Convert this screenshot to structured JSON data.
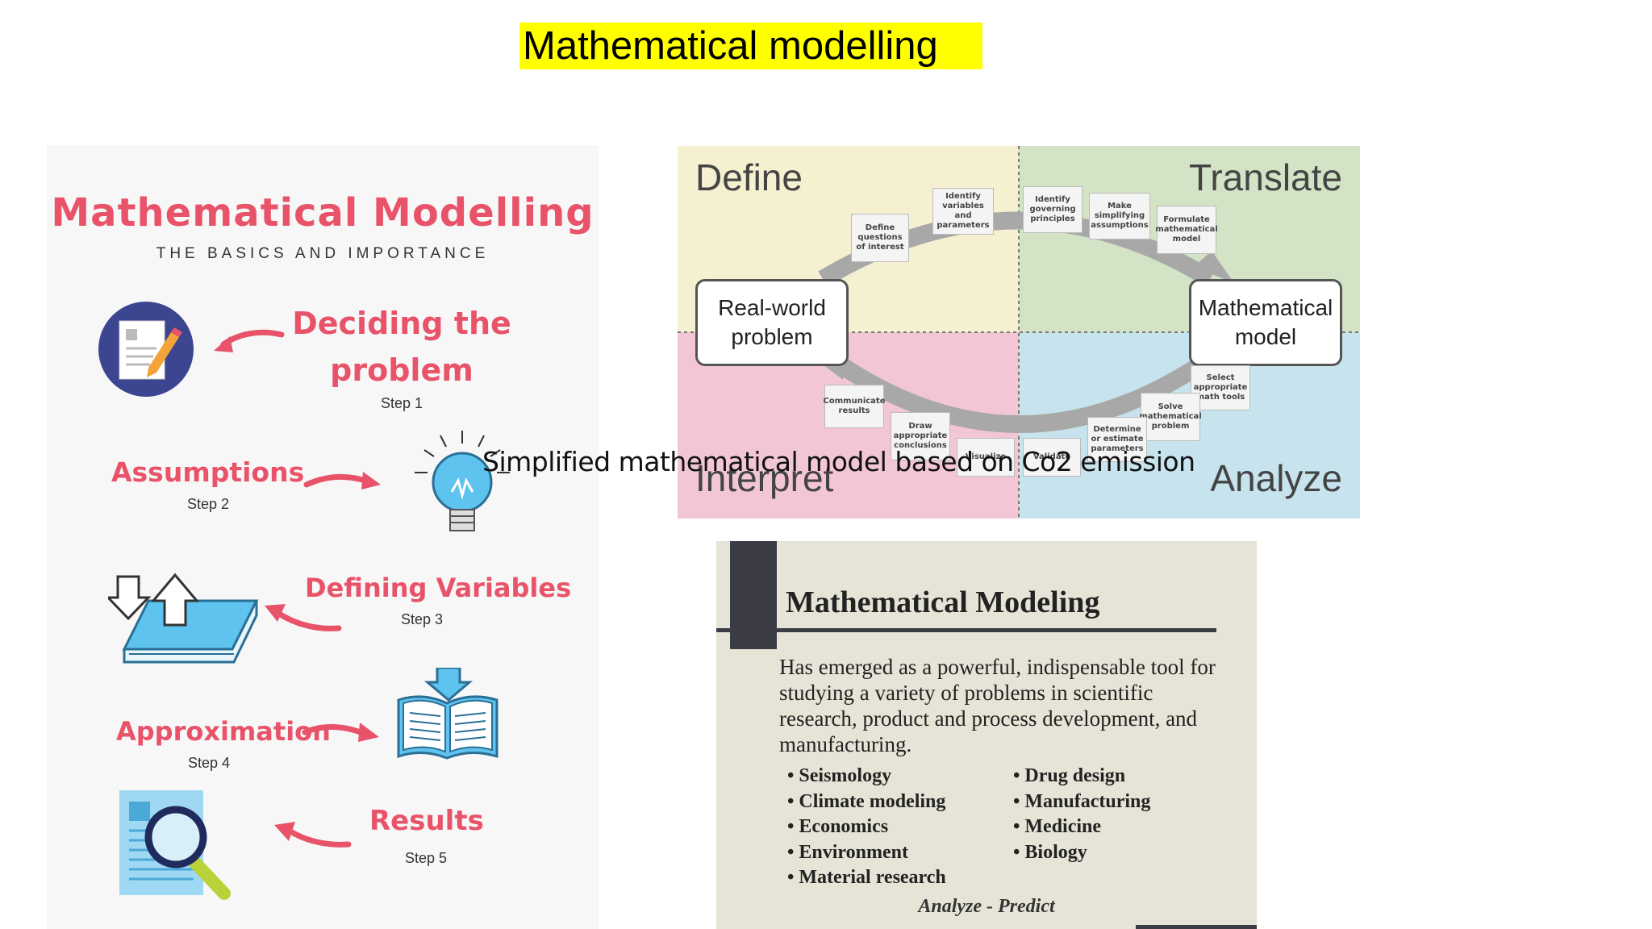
{
  "slide": {
    "title": "Mathematical modelling"
  },
  "infographic": {
    "heading": "Mathematical Modelling",
    "subheading": "THE BASICS AND IMPORTANCE",
    "steps": [
      {
        "label_line1": "Deciding the",
        "label_line2": "problem",
        "caption": "Step 1"
      },
      {
        "label": "Assumptions",
        "caption": "Step 2"
      },
      {
        "label": "Defining Variables",
        "caption": "Step 3"
      },
      {
        "label": "Approximation",
        "caption": "Step 4"
      },
      {
        "label": "Results",
        "caption": "Step 5"
      }
    ]
  },
  "cycle": {
    "quadrants": {
      "define": "Define",
      "translate": "Translate",
      "interpret": "Interpret",
      "analyze": "Analyze"
    },
    "real_world_line1": "Real-world",
    "real_world_line2": "problem",
    "math_model_line1": "Mathematical",
    "math_model_line2": "model",
    "steps": {
      "define_questions": "Define questions of interest",
      "identify_variables": "Identify variables and parameters",
      "identify_principles": "Identify governing principles",
      "make_assumptions": "Make simplifying assumptions",
      "formulate_model": "Formulate mathematical model",
      "select_tools": "Select appropriate math tools",
      "solve_problem": "Solve mathematical problem",
      "determine_parameters": "Determine or estimate parameters",
      "validate": "Validate",
      "visualize": "Visualize",
      "draw_conclusions": "Draw appropriate conclusions",
      "communicate_results": "Communicate results"
    },
    "colors": {
      "define": "#f5f0cf",
      "translate": "#d3e3c6",
      "interpret": "#f3c6d6",
      "analyze": "#c7e3ed",
      "arrow": "#a8a8a8"
    }
  },
  "overlay_caption": "Simplified mathematical model based on Co2 emission",
  "mm_slide": {
    "heading": "Mathematical Modeling",
    "body": "Has emerged as a powerful, indispensable tool for studying a variety of problems in scientific research, product and process development, and manufacturing.",
    "left_items": [
      "Seismology",
      "Climate modeling",
      "Economics",
      "Environment",
      "Material research"
    ],
    "right_items": [
      "Drug design",
      "Manufacturing",
      "Medicine",
      "Biology"
    ],
    "footer": "Analyze - Predict"
  }
}
